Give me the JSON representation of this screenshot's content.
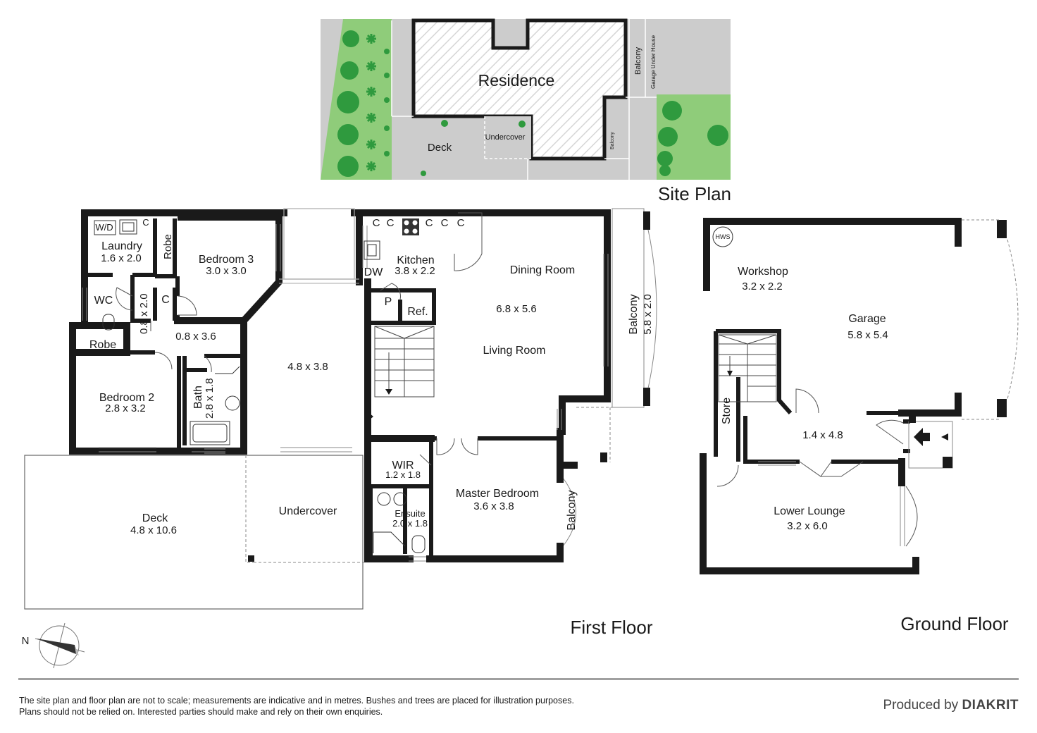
{
  "titles": {
    "site_plan": "Site Plan",
    "first_floor": "First Floor",
    "ground_floor": "Ground Floor"
  },
  "site_plan": {
    "residence": "Residence",
    "deck": "Deck",
    "undercover": "Undercover",
    "balcony_right": "Balcony",
    "garage_under_house": "Garage Under House",
    "balcony_small": "Balcony"
  },
  "first_floor": {
    "wd": "W/D",
    "laundry": {
      "name": "Laundry",
      "dim": "1.6 x 2.0"
    },
    "c_laundry": "C",
    "robe_vertical": "Robe",
    "bedroom3": {
      "name": "Bedroom 3",
      "dim": "3.0 x 3.0"
    },
    "wc": "WC",
    "hall_vertical_dim": "0.8 x 2.0",
    "c_hall": "C",
    "hall_dim": "0.8 x 3.6",
    "robe": "Robe",
    "bedroom2": {
      "name": "Bedroom 2",
      "dim": "2.8 x 3.2"
    },
    "bath": {
      "name": "Bath",
      "dim": "2.8 x 1.8"
    },
    "center_room_dim": "4.8 x 3.8",
    "kitchen_cupboards": [
      "C",
      "C",
      "C",
      "C",
      "C"
    ],
    "kitchen": {
      "name": "Kitchen",
      "dim": "3.8 x 2.2"
    },
    "dw": "DW",
    "pantry": "P",
    "fridge": "Ref.",
    "dining": "Dining Room",
    "living_dim": "6.8 x 5.6",
    "living": "Living Room",
    "balcony": {
      "name": "Balcony",
      "dim": "5.8 x 2.0"
    },
    "wir": {
      "name": "WIR",
      "dim": "1.2 x 1.8"
    },
    "ensuite": {
      "name": "Ensuite",
      "dim": "2.0 x 1.8"
    },
    "master": {
      "name": "Master Bedroom",
      "dim": "3.6 x 3.8"
    },
    "balcony_small": "Balcony",
    "deck": {
      "name": "Deck",
      "dim": "4.8 x 10.6"
    },
    "undercover": "Undercover"
  },
  "ground_floor": {
    "hws": "HWS",
    "workshop": {
      "name": "Workshop",
      "dim": "3.2 x 2.2"
    },
    "garage": {
      "name": "Garage",
      "dim": "5.8 x 5.4"
    },
    "store": "Store",
    "hall_dim": "1.4 x 4.8",
    "lower_lounge": {
      "name": "Lower Lounge",
      "dim": "3.2 x 6.0"
    }
  },
  "compass": {
    "north": "N"
  },
  "footer": {
    "disclaimer_line1": "The site plan and floor plan are not to scale; measurements are indicative and in metres. Bushes and trees are placed for illustration purposes.",
    "disclaimer_line2": "Plans should not be relied on. Interested parties should make and rely on their own enquiries.",
    "produced_by": "Produced by",
    "brand": "DIAKRIT"
  },
  "colors": {
    "wall": "#1a1a1a",
    "grass": "#8fcc7a",
    "tree": "#2f9a3e",
    "paving": "#cccccc",
    "hatch": "#e8e8e8",
    "rule": "#a0a0a0"
  }
}
